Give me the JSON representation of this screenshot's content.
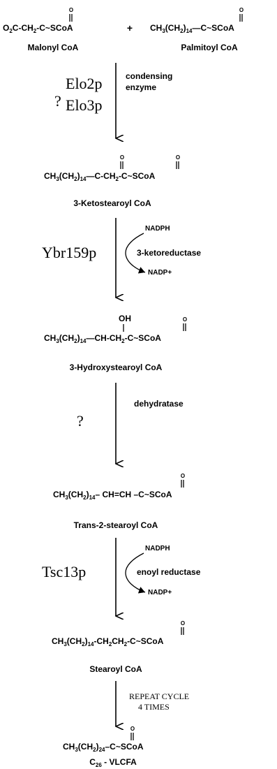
{
  "substrates": {
    "malonyl": {
      "formula": [
        "O",
        "2",
        "C-CH",
        "2",
        "-C",
        "~SCoA"
      ],
      "carbonyl": "O",
      "name": "Malonyl CoA"
    },
    "plus": "+",
    "palmitoyl": {
      "formula": [
        "CH",
        "3",
        "(CH",
        "2",
        ")",
        "14",
        "—C",
        "~SCoA"
      ],
      "carbonyl": "O",
      "name": "Palmitoyl CoA"
    }
  },
  "step1": {
    "question": "?",
    "enzymes": [
      "Elo2p",
      "Elo3p"
    ],
    "label": [
      "condensing",
      "enzyme"
    ]
  },
  "ketostearoyl": {
    "formula": [
      "CH",
      "3",
      "(CH",
      "2",
      ")",
      "14",
      "—C-CH",
      "2",
      "-C",
      "~SCoA"
    ],
    "carbonyl": "O",
    "name": "3-Ketostearoyl CoA"
  },
  "step2": {
    "enzyme": "Ybr159p",
    "cofactor_in": "NADPH",
    "label": "3-ketoreductase",
    "cofactor_out": "NADP+"
  },
  "hydroxystearoyl": {
    "formula": [
      "CH",
      "3",
      "(CH",
      "2",
      ")",
      "14",
      "—CH-CH",
      "2",
      "-C",
      "~SCoA"
    ],
    "hydroxyl": "OH",
    "carbonyl": "O",
    "name": "3-Hydroxystearoyl CoA"
  },
  "step3": {
    "question": "?",
    "label": "dehydratase"
  },
  "trans2": {
    "formula": [
      "CH",
      "3",
      "(CH",
      "2",
      ")",
      "14",
      "– CH=CH –C",
      "~SCoA"
    ],
    "carbonyl": "O",
    "name": "Trans-2-stearoyl CoA"
  },
  "step4": {
    "enzyme": "Tsc13p",
    "cofactor_in": "NADPH",
    "label": "enoyl reductase",
    "cofactor_out": "NADP+"
  },
  "stearoyl": {
    "formula": [
      "CH",
      "3",
      "(CH",
      "2",
      ")",
      "14",
      "-CH",
      "2",
      "CH",
      "2",
      "-C",
      "~SCoA"
    ],
    "carbonyl": "O",
    "name": "Stearoyl CoA"
  },
  "step5": {
    "label": [
      "REPEAT CYCLE",
      "4 TIMES"
    ]
  },
  "product": {
    "formula": [
      "CH",
      "3",
      "(CH",
      "2",
      ")",
      "24",
      "–C",
      "~SCoA"
    ],
    "carbonyl": "O",
    "name": [
      "C",
      "26",
      " - VLCFA"
    ]
  }
}
